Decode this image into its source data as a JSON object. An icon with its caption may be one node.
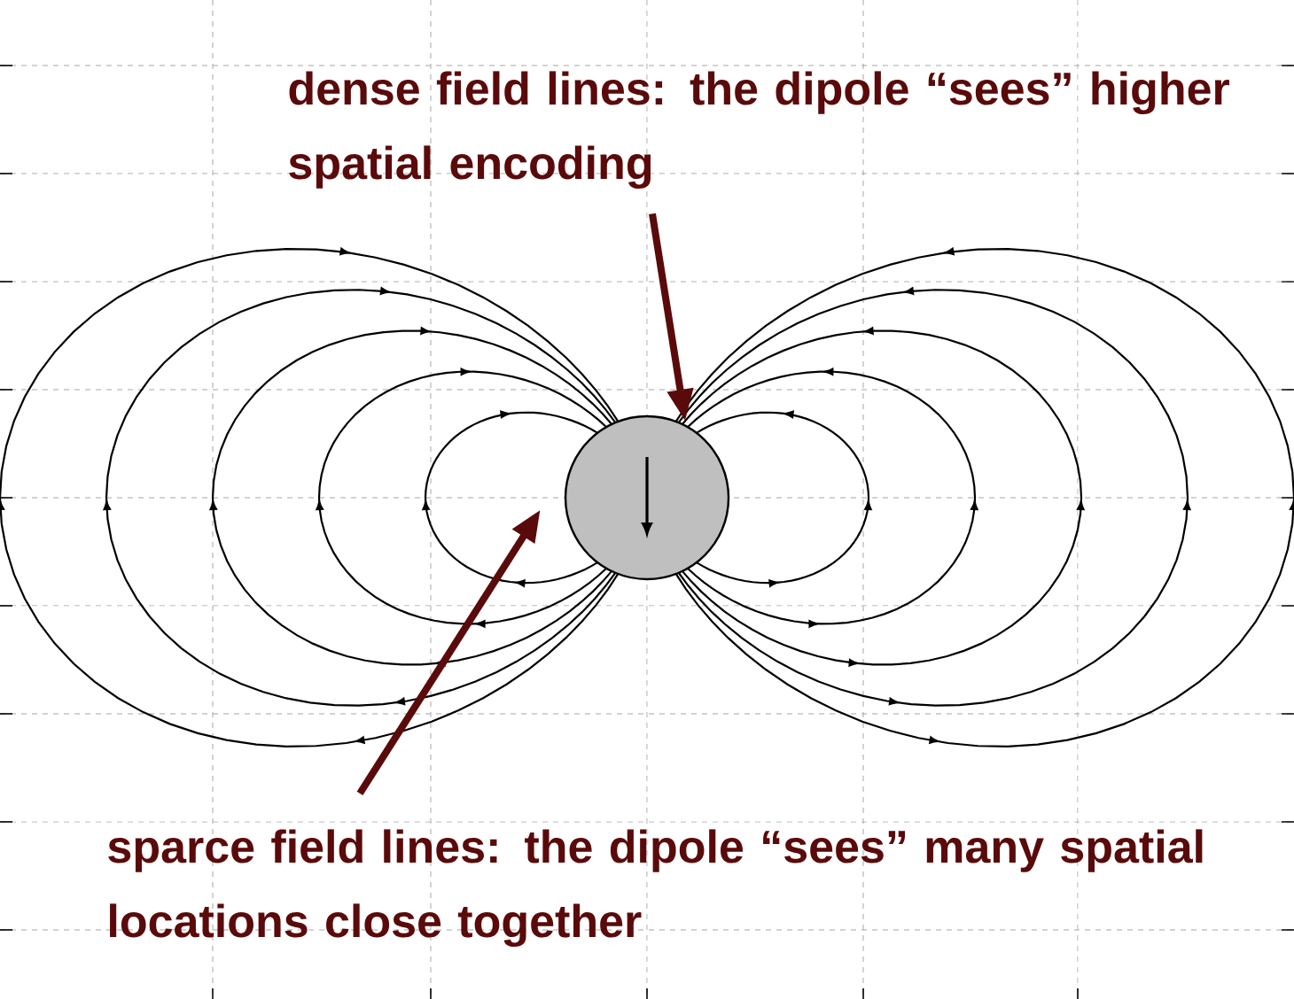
{
  "diagram": {
    "nodes": [
      {
        "text": [
          "dense field lines: the dipole “sees” higher spatial encoding"
        ]
      },
      {
        "text": [
          "sparce field lines: the dipole “sees” many spatial locations close together"
        ]
      },
      {
        "text": [],
        "shape": "circle"
      }
    ],
    "edges": [
      {
        "from": 0,
        "to": 2,
        "arrow": "to"
      },
      {
        "from": 1,
        "to": null,
        "arrow": "to"
      }
    ]
  }
}
